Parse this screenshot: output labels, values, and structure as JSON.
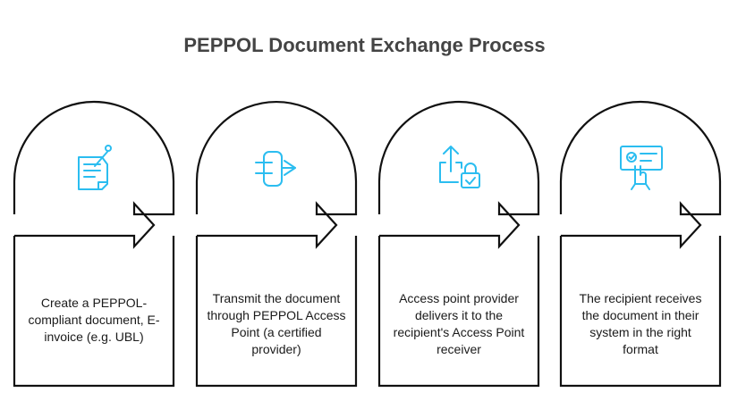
{
  "title": "PEPPOL Document Exchange Process",
  "colors": {
    "accent": "#2bbdf0",
    "stroke": "#111111",
    "title": "#444444"
  },
  "steps": [
    {
      "icon": "document-edit-icon",
      "text": "Create a PEPPOL-compliant document, E-invoice (e.g. UBL)"
    },
    {
      "icon": "transmit-arrow-icon",
      "text": "Transmit the document through PEPPOL Access Point (a certified provider)"
    },
    {
      "icon": "upload-lock-icon",
      "text": "Access point provider delivers it to the recipient's Access Point receiver"
    },
    {
      "icon": "receive-screen-icon",
      "text": "The recipient receives the document in their system in the right format"
    }
  ]
}
